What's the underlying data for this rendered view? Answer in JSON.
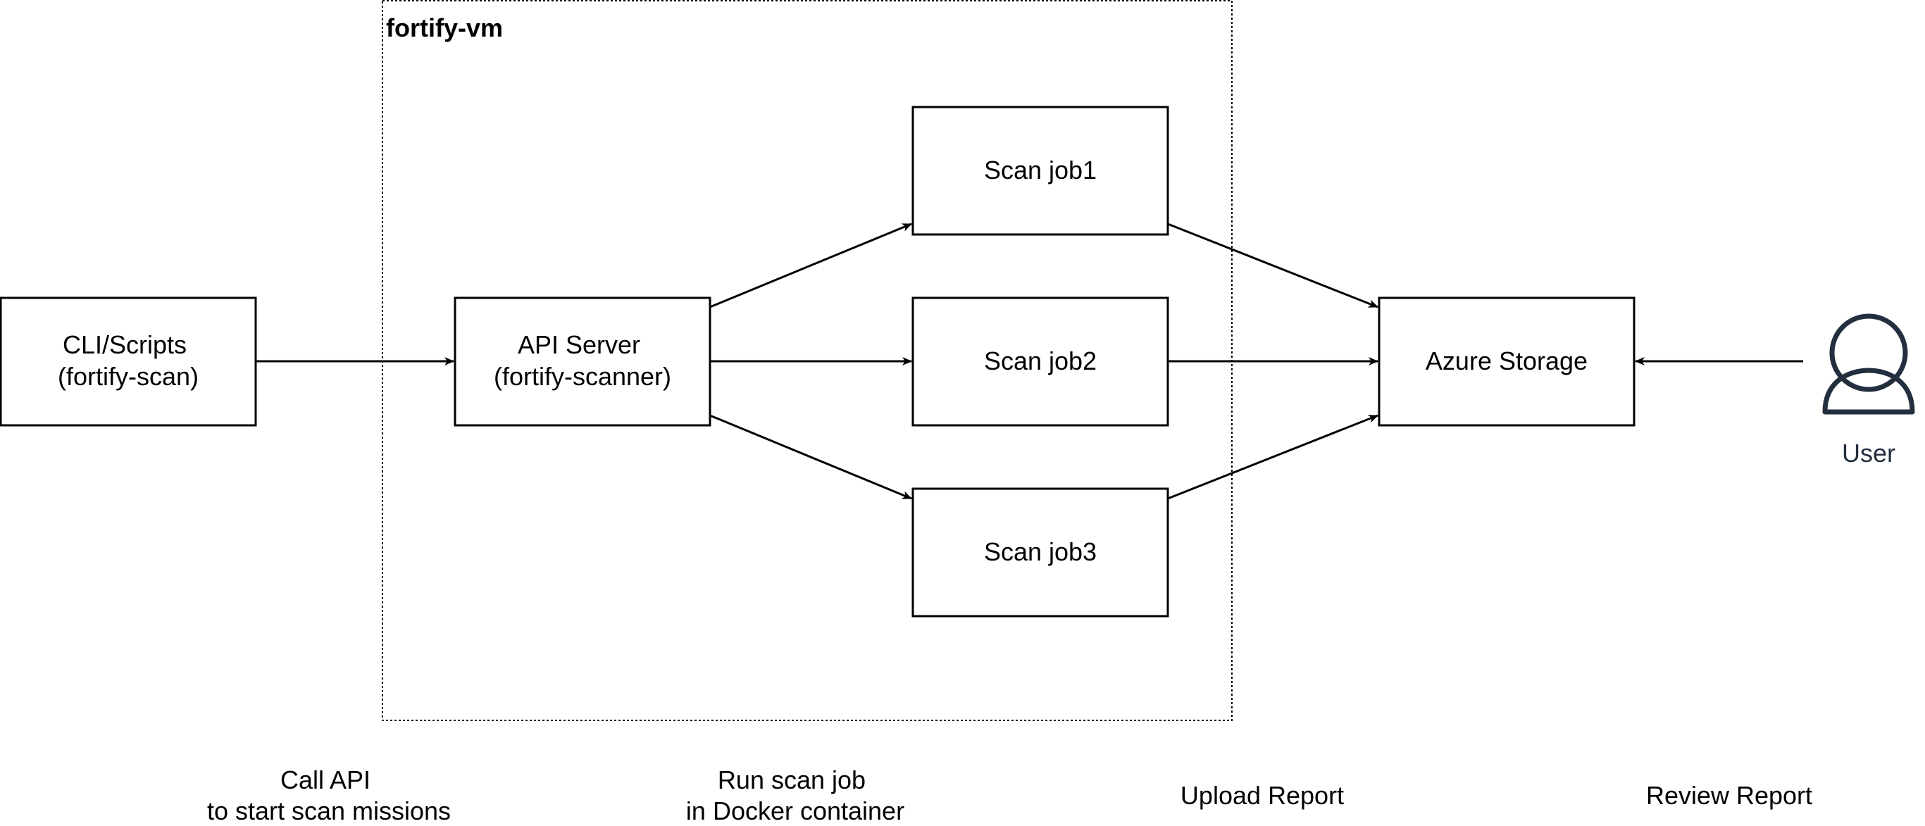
{
  "group": {
    "label": "fortify-vm"
  },
  "nodes": {
    "cli": {
      "line1": "CLI/Scripts",
      "line2": "(fortify-scan)"
    },
    "api": {
      "line1": "API Server",
      "line2": "(fortify-scanner)"
    },
    "job1": {
      "label": "Scan job1"
    },
    "job2": {
      "label": "Scan job2"
    },
    "job3": {
      "label": "Scan job3"
    },
    "storage": {
      "label": "Azure Storage"
    },
    "user": {
      "label": "User",
      "icon": "user-icon"
    }
  },
  "captions": {
    "call_api": {
      "line1": "Call API",
      "line2": "to start scan missions"
    },
    "run_scan": {
      "line1": "Run scan job",
      "line2": "in Docker container"
    },
    "upload": {
      "line1": "Upload Report"
    },
    "review": {
      "line1": "Review Report"
    }
  },
  "colors": {
    "stroke": "#000000",
    "user_icon": "#232F3E",
    "background": "#ffffff"
  }
}
